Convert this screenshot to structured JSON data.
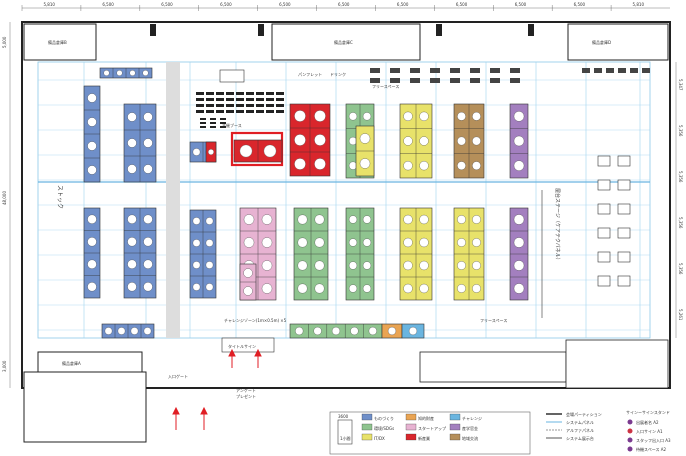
{
  "dimensions": {
    "top": [
      "5,810",
      "6,500",
      "6,500",
      "6,500",
      "6,500",
      "6,500",
      "6,500",
      "6,500",
      "6,500",
      "6,500",
      "5,810"
    ],
    "left_total": "48,000",
    "left_small": "5,000",
    "left_bottom": "3,000",
    "right": [
      "5,347",
      "5,356",
      "5,356",
      "5,356",
      "5,356",
      "5,261"
    ]
  },
  "rooms": {
    "storage_b": "備品倉庫B",
    "storage_c": "備品倉庫C",
    "storage_d": "備品倉庫D",
    "storage_a": "備品倉庫A",
    "stock": "ストック",
    "main_stage": "屋台ステージ（ケアテクパネル）",
    "host_booth": "主催ブース"
  },
  "markers": {
    "pamphlet": "パンフレット",
    "drink": "ドリンク",
    "free_space_top": "フリースペース",
    "free_space_bottom": "フリースペース",
    "challenge_zone": "チャレンジゾーン(1ｍ×0.5m) ×5",
    "title_sign": "タイトルサイン",
    "entrance_gate": "入口ゲート",
    "survey": "アンケート",
    "present": "プレゼント"
  },
  "legend": {
    "scale_note": "1小間",
    "scale_dim": "3600",
    "categories": [
      {
        "label": "ものづくり",
        "color": "#6f8fc9"
      },
      {
        "label": "環境/SDGs",
        "color": "#8fc48f"
      },
      {
        "label": "IT/DX",
        "color": "#e8e26a"
      },
      {
        "label": "知的財産",
        "color": "#e9a453"
      },
      {
        "label": "スタートアップ",
        "color": "#e7b3d2"
      },
      {
        "label": "新産業",
        "color": "#d9262c"
      },
      {
        "label": "チャレンジ",
        "color": "#6ab5e0"
      },
      {
        "label": "産学官金",
        "color": "#a37fbf"
      },
      {
        "label": "地域交流",
        "color": "#b58f5a"
      }
    ],
    "lines": [
      {
        "label": "会場パーティション"
      },
      {
        "label": "システムパネル"
      },
      {
        "label": "アルファパネル"
      },
      {
        "label": "システム展示台"
      }
    ],
    "signs_title": "サインーサインスタンド",
    "signs": [
      {
        "label": "出展者名 A2",
        "color": "#7a3a8f"
      },
      {
        "label": "入口サイン A1",
        "color": "#cc3344"
      },
      {
        "label": "スタッフ出入口 A3",
        "color": "#7a3a8f"
      },
      {
        "label": "待機スペース A2",
        "color": "#7a3a8f"
      }
    ]
  }
}
